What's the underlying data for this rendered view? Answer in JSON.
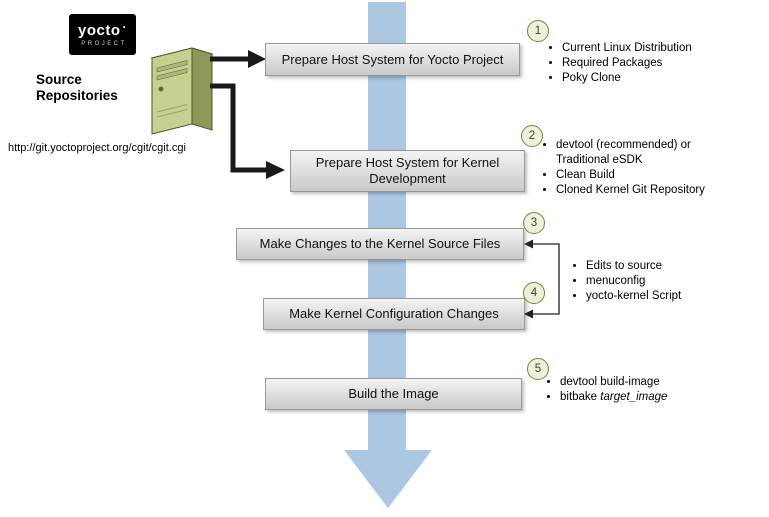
{
  "logo": {
    "brand": "yocto",
    "dot": "·",
    "sub": "PROJECT"
  },
  "source_repos": {
    "label": "Source Repositories",
    "url": "http://git.yoctoproject.org/cgit/cgit.cgi"
  },
  "colors": {
    "flow_arrow_blue": "#abc7e2",
    "box_gradient_top": "#f4f4f4",
    "box_gradient_bottom": "#c9c9c9",
    "circle_border_olive": "#76823b",
    "circle_fill": "#edf0da",
    "server_green": "#c8d08f",
    "connector_black": "#1a1a1a"
  },
  "steps": [
    {
      "num": "1",
      "label": "Prepare Host System for Yocto Project",
      "bullets": [
        "Current Linux Distribution",
        "Required Packages",
        "Poky Clone"
      ]
    },
    {
      "num": "2",
      "label": "Prepare Host System for Kernel Development",
      "bullets": [
        "devtool (recommended) or\nTraditional eSDK",
        "Clean Build",
        "Cloned Kernel Git Repository"
      ]
    },
    {
      "num": "3",
      "label": "Make Changes to the Kernel Source Files",
      "bullets": []
    },
    {
      "num": "4",
      "label": "Make Kernel Configuration Changes",
      "bullets": []
    },
    {
      "num": "5",
      "label": "Build the Image",
      "bullets": [
        {
          "plain": "devtool build-image",
          "italic": ""
        },
        {
          "plain": "bitbake ",
          "italic": "target_image"
        }
      ]
    }
  ],
  "shared_bullets_3_4": [
    "Edits to source",
    "menuconfig",
    "yocto-kernel Script"
  ]
}
